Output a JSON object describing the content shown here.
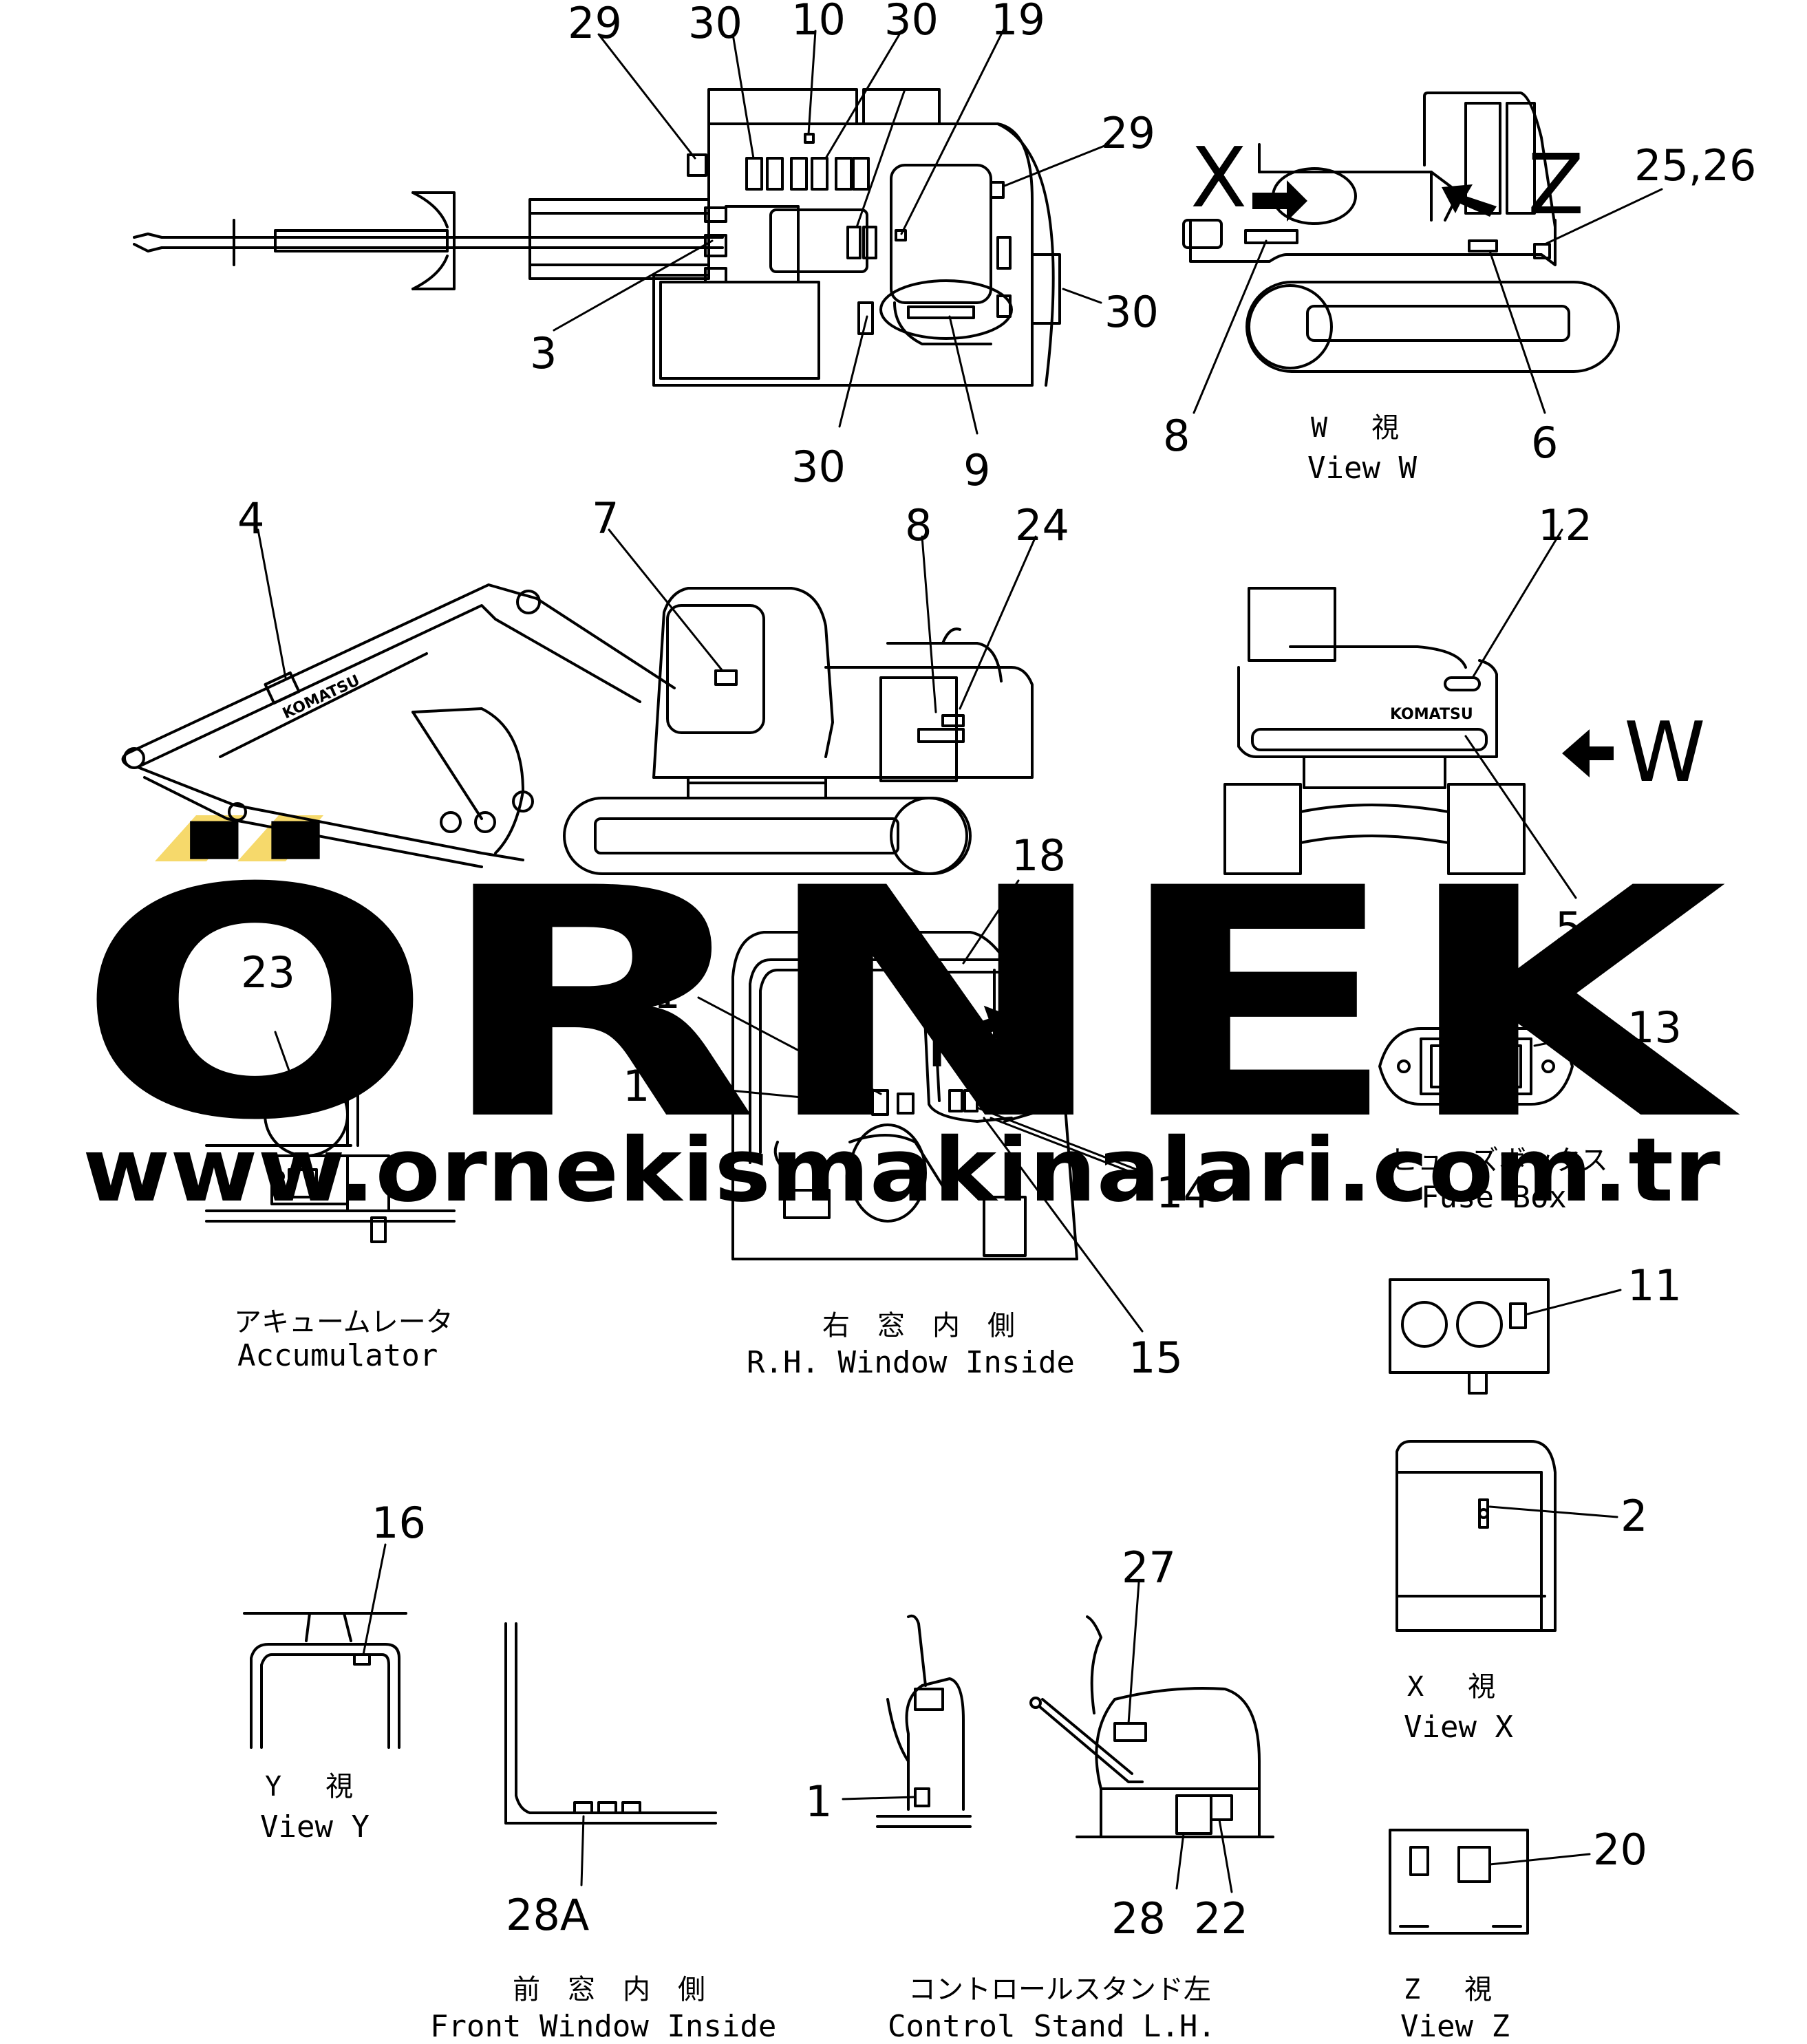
{
  "watermark": {
    "brand": "ÖRNEK",
    "url": "www.ornekismakinalari.com.tr"
  },
  "views": {
    "top_plan": {
      "labels": [
        "29",
        "30",
        "10",
        "30",
        "19",
        "29",
        "30",
        "3",
        "30",
        "9"
      ]
    },
    "view_w": {
      "jp": "W　 視",
      "en": "View W",
      "labels": [
        "25,26",
        "8",
        "6"
      ],
      "markers": [
        "X",
        "Z"
      ]
    },
    "side": {
      "labels": [
        "4",
        "7",
        "8",
        "24"
      ],
      "brand": "KOMATSU"
    },
    "rear": {
      "labels": [
        "12",
        "5"
      ],
      "brand": "KOMATSU",
      "marker": "W"
    },
    "accumulator": {
      "jp": "アキュームレータ",
      "en": "Accumulator",
      "labels": [
        "23"
      ]
    },
    "rh_window": {
      "jp": "右　窓　内　側",
      "en": "R.H. Window Inside",
      "labels": [
        "18",
        "21",
        "17",
        "14",
        "15"
      ],
      "marker": "Y"
    },
    "fuse_box": {
      "jp": "ヒューズボックス",
      "en": "Fuse Box",
      "labels": [
        "13"
      ]
    },
    "panel": {
      "labels": [
        "11"
      ]
    },
    "view_x": {
      "jp": "X　 視",
      "en": "View X",
      "labels": [
        "2"
      ]
    },
    "view_y": {
      "jp": "Y　 視",
      "en": "View Y",
      "labels": [
        "16"
      ]
    },
    "front_window": {
      "jp": "前　窓　内　側",
      "en": "Front Window Inside",
      "labels": [
        "28A"
      ]
    },
    "control_stand": {
      "jp": "コントロールスタンド左",
      "en": "Control Stand L.H.",
      "labels": [
        "27",
        "1",
        "28",
        "22"
      ]
    },
    "view_z": {
      "jp": "Z　 視",
      "en": "View Z",
      "labels": [
        "20"
      ]
    }
  },
  "colors": {
    "line": "#000000",
    "watermark": "#e4e2ea",
    "accent": "#f6d96b"
  }
}
